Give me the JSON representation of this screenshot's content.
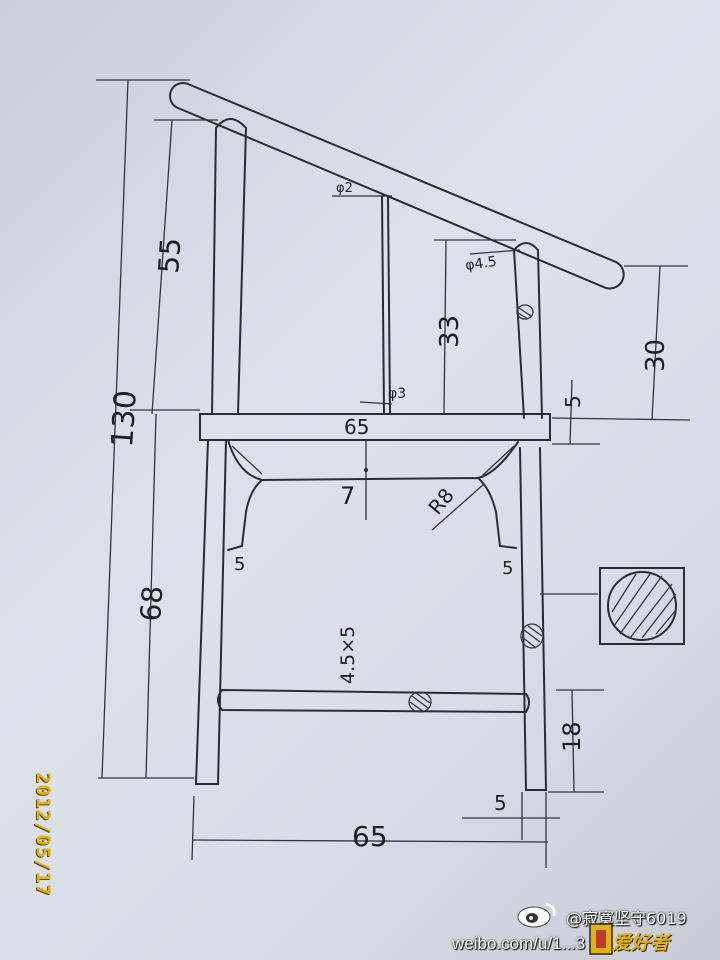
{
  "drawing": {
    "dims": {
      "overall_height": "130",
      "back_above_seat": "55",
      "leg_height": "68",
      "arm_height": "33",
      "arm_end": "30",
      "seat_thickness": "5",
      "seat_depth_top": "65",
      "apron_height": "7",
      "corner_radius": "R8",
      "apron_left_foot": "5",
      "apron_right_foot": "5",
      "stretcher": "4.5×5",
      "stretcher_height": "18",
      "leg_width": "5",
      "overall_depth": "65",
      "dia_back": "φ2",
      "dia_front": "φ4.5",
      "dia_spindle": "φ3"
    }
  },
  "watermarks": {
    "date": "2012/05/17",
    "weibo_user": "@寂寞坚守6019",
    "weibo_url": "weibo.com/u/1...3",
    "brand": "爱好者"
  }
}
